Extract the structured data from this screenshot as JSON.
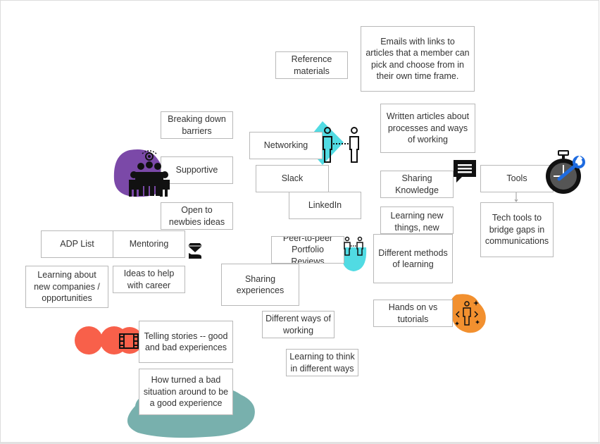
{
  "colors": {
    "purple": "#7b49a8",
    "teal": "#51dbe3",
    "orange_red": "#f8604a",
    "orange": "#f2902f",
    "sage": "#78b0ad",
    "icon_dark": "#1a1a1a",
    "icon_blue": "#1e6be0",
    "note_border": "#b8b8b8",
    "note_text": "#333333"
  },
  "notes": {
    "reference_materials": "Reference materials",
    "emails_articles": "Emails with links to articles that a member can pick and choose from in their own time frame.",
    "breaking_barriers": "Breaking down barriers",
    "written_articles": "Written articles about processes and ways of working",
    "networking": "Networking",
    "supportive": "Supportive",
    "slack": "Slack",
    "sharing_knowledge": "Sharing Knowledge",
    "tools": "Tools",
    "linkedin": "LinkedIn",
    "open_newbies": "Open to newbies ideas",
    "learning_new_things": "Learning new things, new",
    "tech_tools": "Tech tools to bridge gaps in communications",
    "adp_list": "ADP List",
    "mentoring": "Mentoring",
    "peer_reviews": "Peer-to-peer Portfolio Reviews",
    "different_methods": "Different methods of learning",
    "learning_companies": "Learning about new companies / opportunities",
    "ideas_career": "Ideas to help with career",
    "sharing_experiences": "Sharing experiences",
    "hands_on": "Hands on vs tutorials",
    "different_ways": "Different ways of working",
    "telling_stories": "Telling stories -- good and bad experiences",
    "learning_think": "Learning to think in different ways",
    "bad_situation": "How turned a bad situation around to be a good experience"
  },
  "icons": [
    "team-icon",
    "networking-people-icon",
    "peer-people-icon",
    "chat-bubble-icon",
    "stopwatch-wrench-icon",
    "diamond-hand-icon",
    "film-strip-icon",
    "sparkle-person-icon"
  ]
}
